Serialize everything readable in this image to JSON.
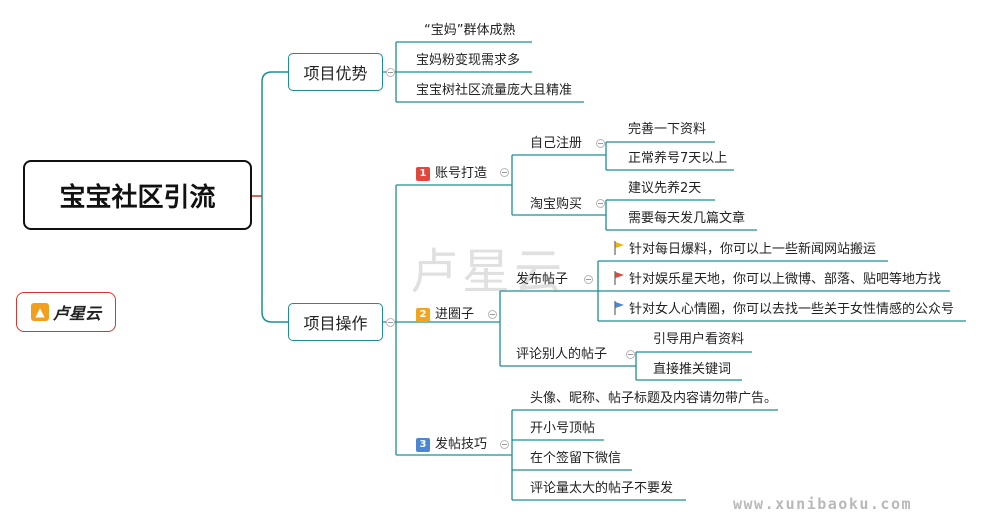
{
  "root": {
    "label": "宝宝社区引流"
  },
  "branches": [
    {
      "label": "项目优势",
      "children": [
        {
          "label": "“宝妈”群体成熟"
        },
        {
          "label": "宝妈粉变现需求多"
        },
        {
          "label": "宝宝树社区流量庞大且精准"
        }
      ]
    },
    {
      "label": "项目操作",
      "children": [
        {
          "badge": "1",
          "badge_color": "#e0473d",
          "label": "账号打造",
          "children": [
            {
              "label": "自己注册",
              "children": [
                {
                  "label": "完善一下资料"
                },
                {
                  "label": "正常养号7天以上"
                }
              ]
            },
            {
              "label": "淘宝购买",
              "children": [
                {
                  "label": "建议先养2天"
                },
                {
                  "label": "需要每天发几篇文章"
                }
              ]
            }
          ]
        },
        {
          "badge": "2",
          "badge_color": "#f2a51f",
          "label": "进圈子",
          "children": [
            {
              "label": "发布帖子",
              "children": [
                {
                  "label": "针对每日爆料，你可以上一些新闻网站搬运",
                  "flag": "#f0b400",
                  "flag_icon": "yellow-flag"
                },
                {
                  "label": "针对娱乐星天地，你可以上微博、部落、贴吧等地方找",
                  "flag": "#e0473d",
                  "flag_icon": "red-flag"
                },
                {
                  "label": "针对女人心情圈，你可以去找一些关于女性情感的公众号",
                  "flag": "#4a86d4",
                  "flag_icon": "blue-flag"
                }
              ]
            },
            {
              "label": "评论别人的帖子",
              "children": [
                {
                  "label": "引导用户看资料"
                },
                {
                  "label": "直接推关键词"
                }
              ]
            }
          ]
        },
        {
          "badge": "3",
          "badge_color": "#4a86d4",
          "label": "发帖技巧",
          "children": [
            {
              "label": "头像、昵称、帖子标题及内容请勿带广告。"
            },
            {
              "label": "开小号顶帖"
            },
            {
              "label": "在个签留下微信"
            },
            {
              "label": "评论量太大的帖子不要发"
            }
          ]
        }
      ]
    }
  ],
  "logo": {
    "text": "卢星云",
    "icon": "thumbs-up-icon"
  },
  "watermark": {
    "text": "卢星云"
  },
  "site_watermark": {
    "text": "www.xunibaoku.com"
  },
  "colors": {
    "line": "#1d8f94",
    "connector_root": "#c0392b"
  }
}
